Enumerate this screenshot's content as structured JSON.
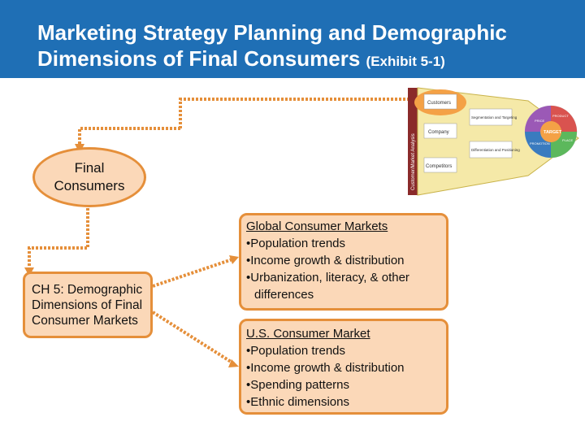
{
  "header": {
    "title_line1": "Marketing Strategy Planning and Demographic",
    "title_line2_main": "Dimensions of Final Consumers",
    "title_line2_small": "(Exhibit 5-1)",
    "bg_color": "#1f6fb5"
  },
  "oval": {
    "line1": "Final",
    "line2": "Consumers"
  },
  "ch5_box": {
    "line1": "CH 5: Demographic",
    "line2": "Dimensions of Final",
    "line3": "Consumer Markets"
  },
  "global_box": {
    "heading": "Global Consumer Markets",
    "items": [
      "Population trends",
      "Income growth & distribution",
      "Urbanization, literacy, & other",
      "differences"
    ]
  },
  "us_box": {
    "heading": "U.S. Consumer Market",
    "items": [
      "Population trends",
      "Income growth & distribution",
      "Spending patterns",
      "Ethnic dimensions"
    ]
  },
  "exhibit": {
    "side_label": "Customer/Market Analysis",
    "customers": "Customers",
    "company": "Company",
    "competitors": "Competitors",
    "segmentation": "Segmentation and Targeting",
    "differentiation": "Differentiation and Positioning",
    "target": "TARGET",
    "product": "PRODUCT",
    "place": "PLACE",
    "promotion": "PROMOTION",
    "price": "PRICE"
  },
  "colors": {
    "box_fill": "#fbd8b8",
    "box_border": "#e58f3a",
    "connector": "#e58f3a"
  }
}
